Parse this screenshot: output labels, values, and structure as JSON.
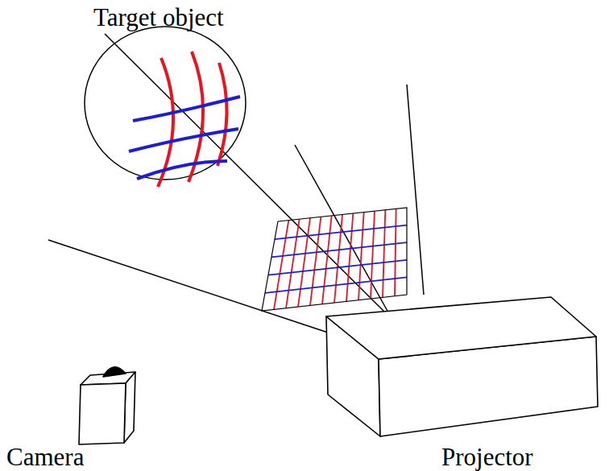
{
  "diagram": {
    "labels": [
      "Target object",
      "Camera",
      "Projector"
    ]
  }
}
